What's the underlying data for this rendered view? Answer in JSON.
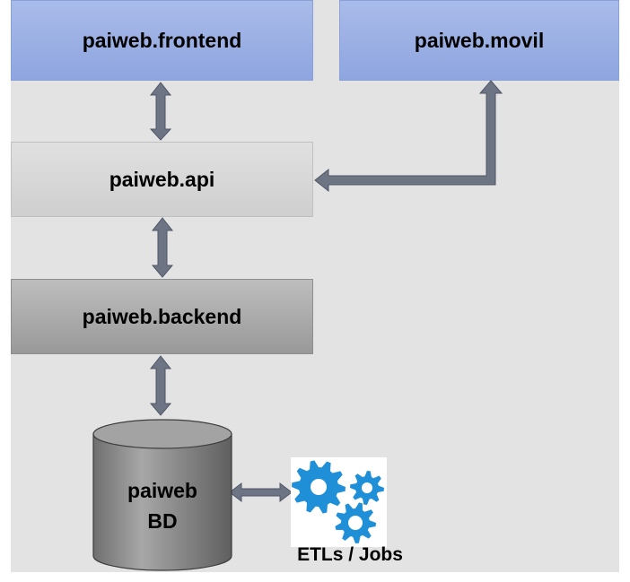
{
  "nodes": {
    "frontend": "paiweb.frontend",
    "movil": "paiweb.movil",
    "api": "paiweb.api",
    "backend": "paiweb.backend",
    "database_line1": "paiweb",
    "database_line2": "BD",
    "etl": "ETLs / Jobs"
  },
  "icons": {
    "etl_icon": "gears-icon"
  },
  "colors": {
    "frontend_fill": "#9bafe4",
    "api_fill": "#d8d8d8",
    "backend_fill": "#a8a8a8",
    "database_fill": "#8c8c8c",
    "arrow_fill": "#6d7585",
    "gear_fill": "#1f8fd8"
  }
}
